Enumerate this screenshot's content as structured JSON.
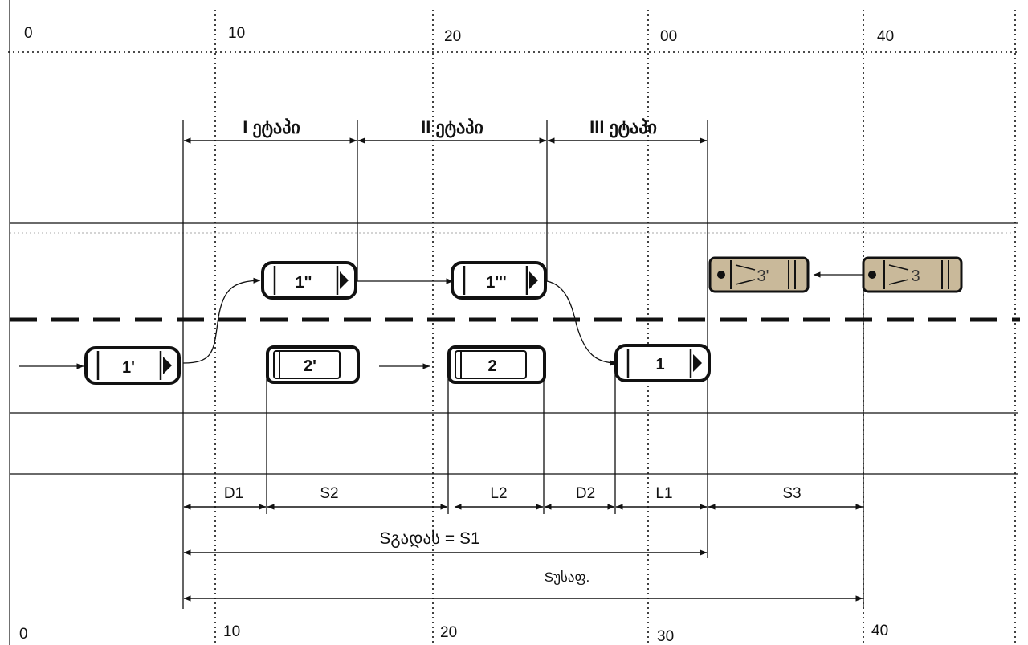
{
  "ruler": {
    "top": [
      "0",
      "10",
      "20",
      "00",
      "40"
    ],
    "bottom": [
      "0",
      "10",
      "20",
      "30",
      "40"
    ]
  },
  "stages": {
    "s1": "I ეტაპი",
    "s2": "II ეტაპი",
    "s3": "III ეტაპი"
  },
  "cars": {
    "c1a": "1'",
    "c1b": "1''",
    "c1c": "1'''",
    "c1d": "1",
    "c2a": "2'",
    "c2b": "2",
    "c3a": "3'",
    "c3b": "3"
  },
  "dimensions": {
    "d1": "D1",
    "s2": "S2",
    "l2": "L2",
    "d2": "D2",
    "l1": "L1",
    "s3": "S3",
    "s1_total": "Sგადას = S1",
    "s_total": "Sუსაფ."
  },
  "colors": {
    "line": "#111111",
    "oncoming_car_fill": "#c9b99a",
    "car_fill": "#ffffff"
  }
}
